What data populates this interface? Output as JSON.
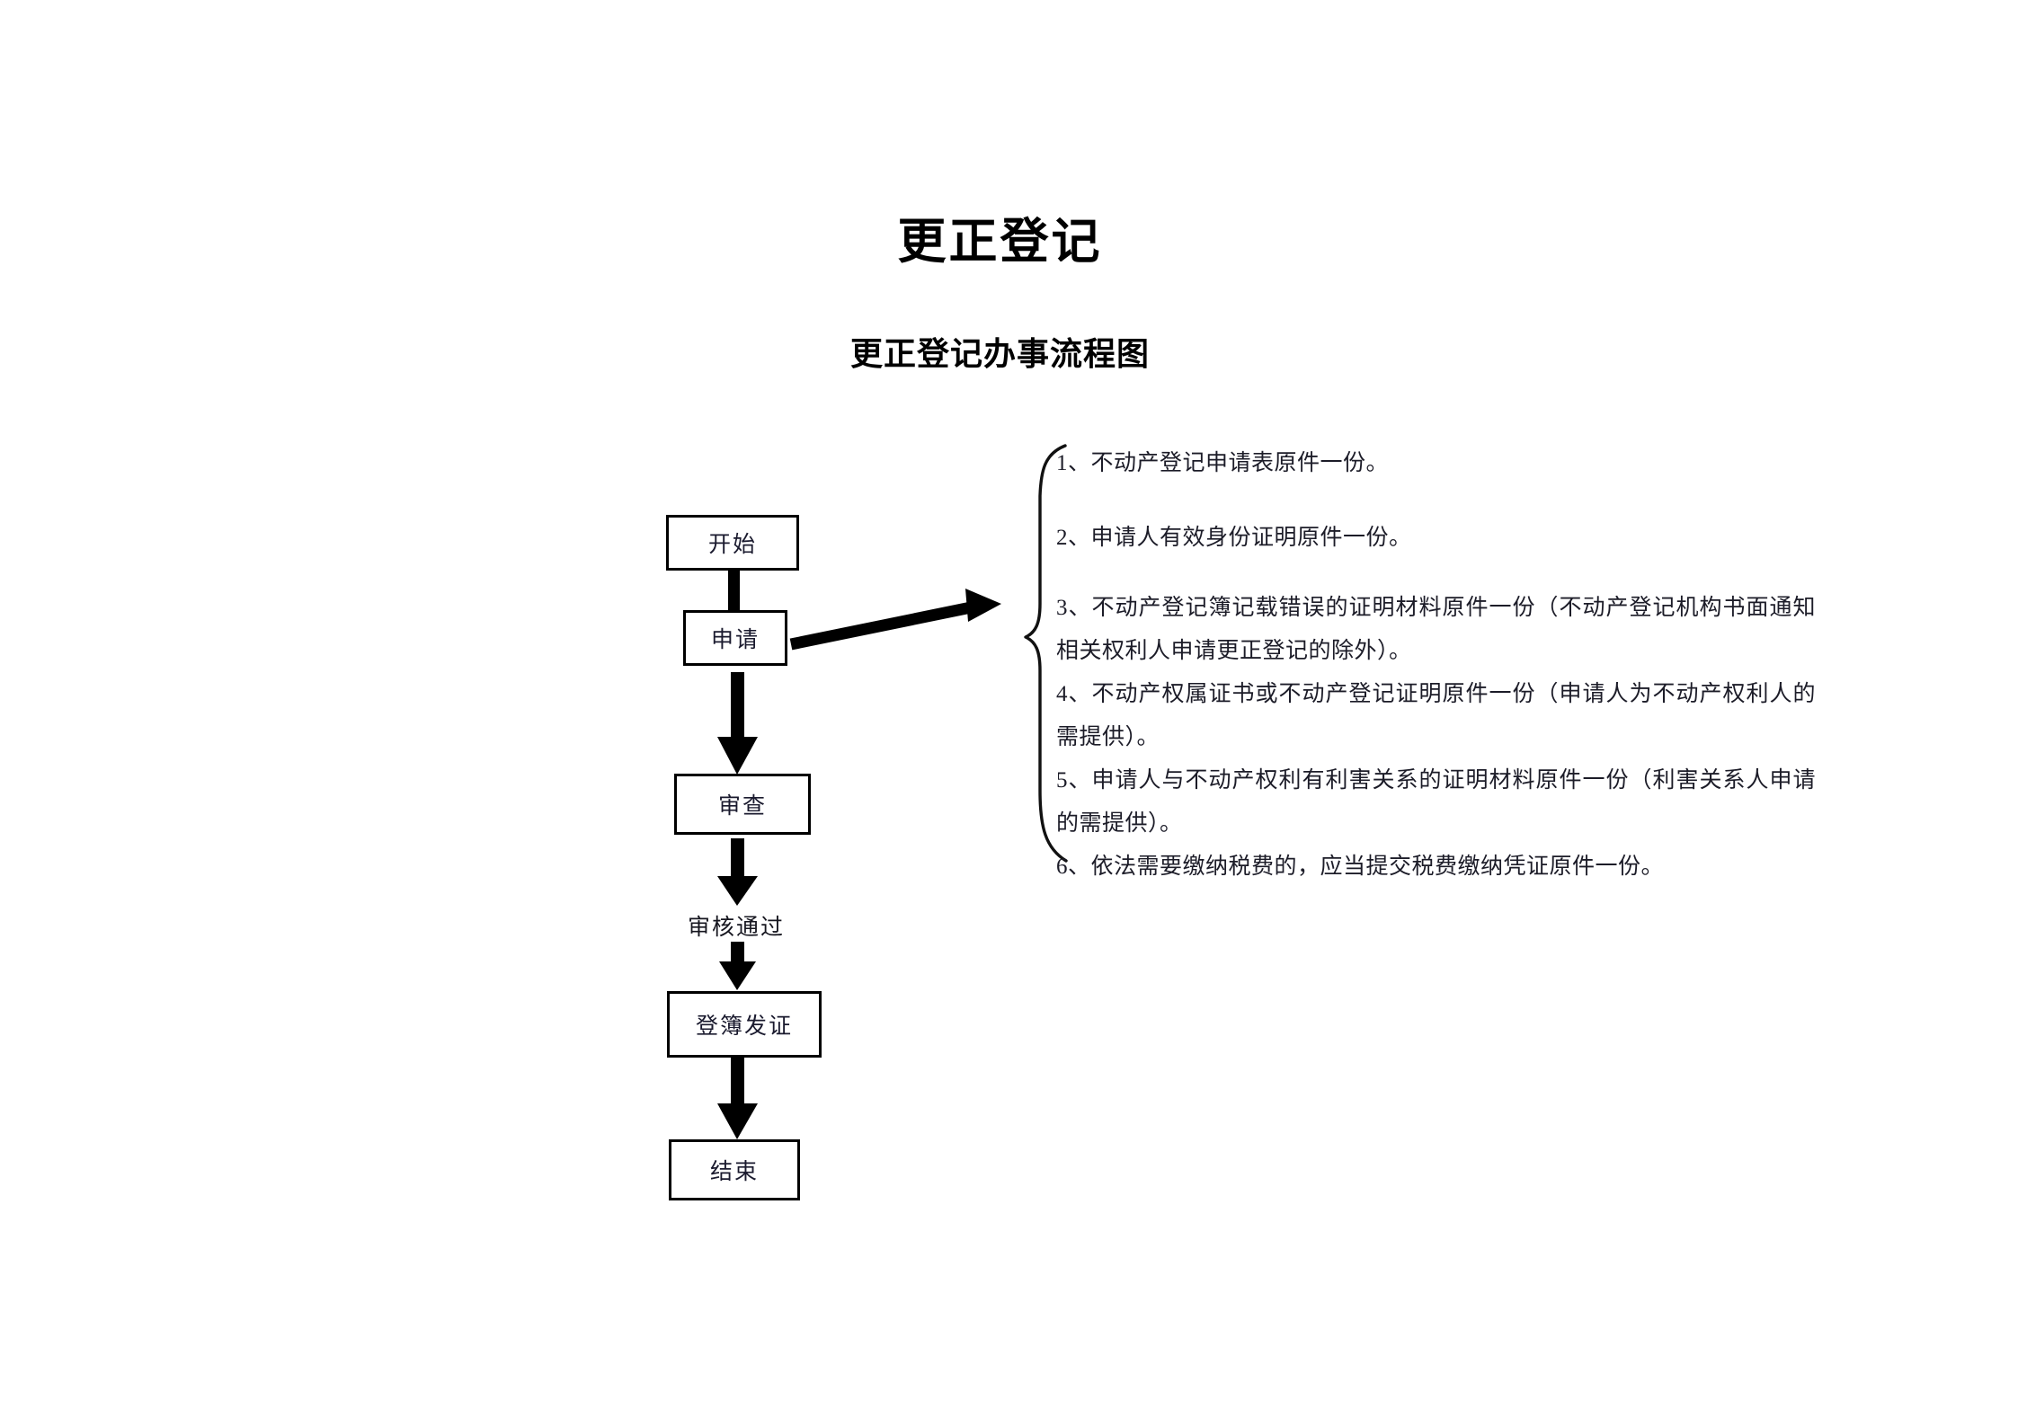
{
  "document": {
    "title": "更正登记",
    "subtitle": "更正登记办事流程图"
  },
  "flowchart": {
    "nodes": [
      {
        "id": "start",
        "label": "开始"
      },
      {
        "id": "apply",
        "label": "申请"
      },
      {
        "id": "review",
        "label": "审查"
      },
      {
        "id": "issue",
        "label": "登簿发证"
      },
      {
        "id": "end",
        "label": "结束"
      }
    ],
    "edge_labels": [
      {
        "id": "approved",
        "label": "审核通过"
      }
    ],
    "line_color": "#000000"
  },
  "requirements": {
    "items": [
      "1、不动产登记申请表原件一份。",
      "2、申请人有效身份证明原件一份。",
      "3、不动产登记簿记载错误的证明材料原件一份（不动产登记机构书面通知相关权利人申请更正登记的除外）。",
      "4、不动产权属证书或不动产登记证明原件一份（申请人为不动产权利人的需提供）。",
      "5、申请人与不动产权利有利害关系的证明材料原件一份（利害关系人申请的需提供）。",
      "6、依法需要缴纳税费的，应当提交税费缴纳凭证原件一份。"
    ]
  }
}
